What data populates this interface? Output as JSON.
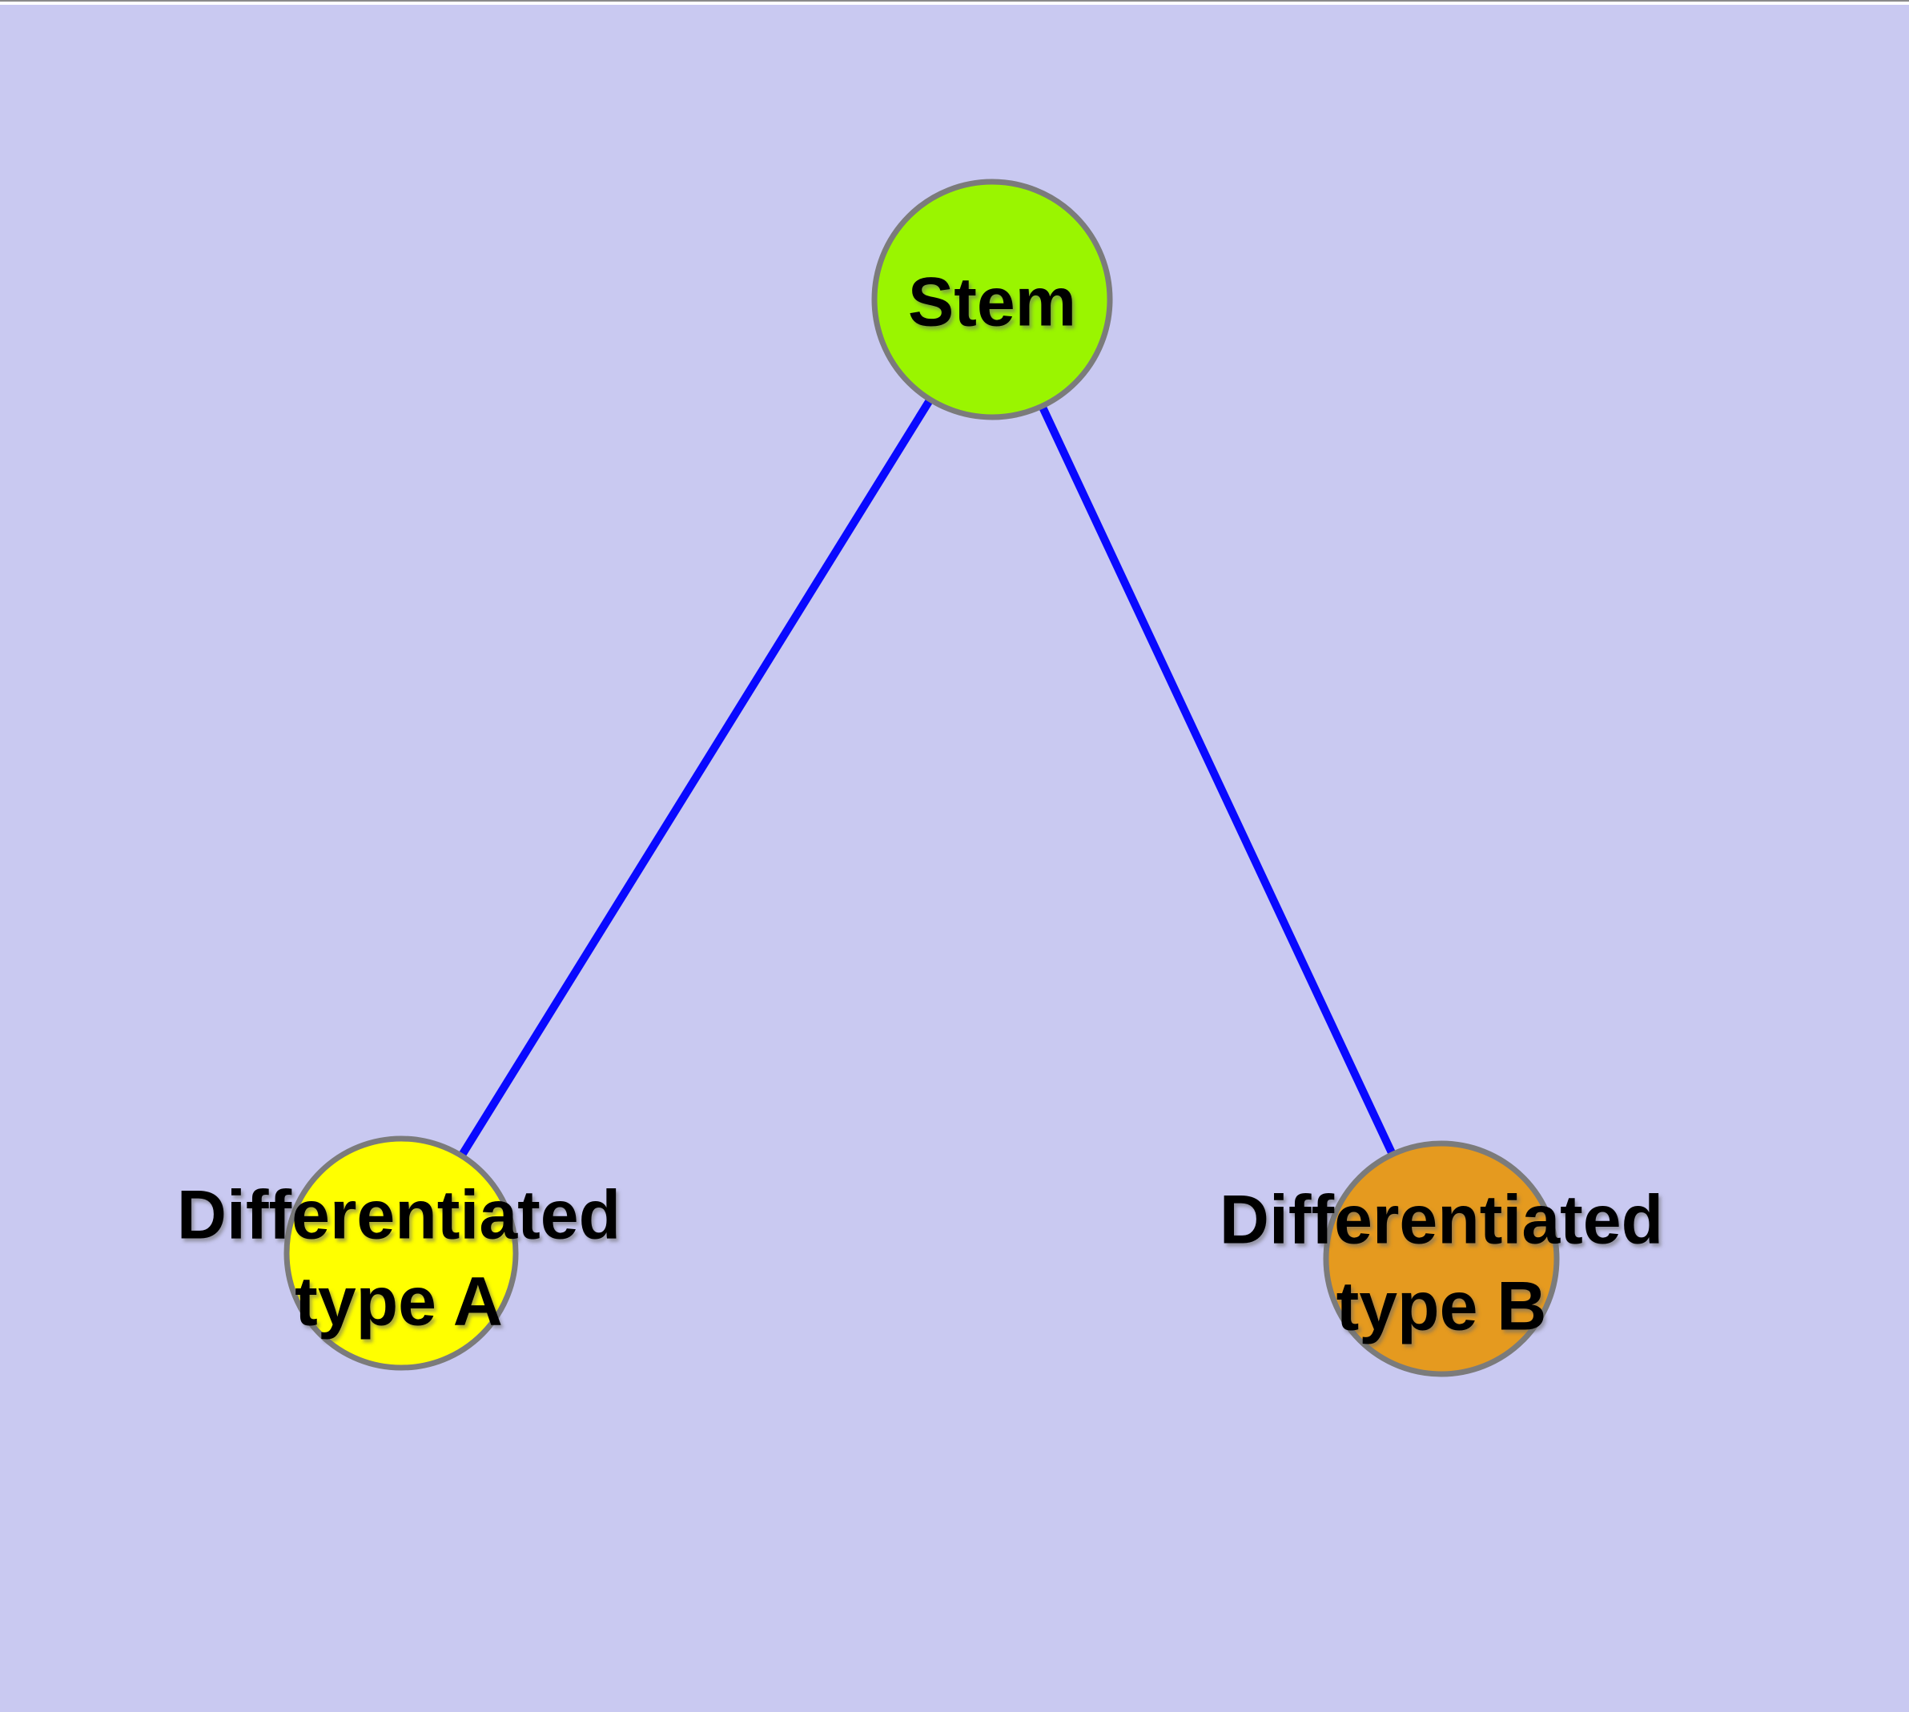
{
  "window": {
    "top_strip_color": "#ffffff",
    "top_edge_color": "#8a8a8a"
  },
  "colors": {
    "background": "#c9c9f1",
    "edge": "#0909ff",
    "node_border": "#7b7b7b",
    "label_text": "#000000"
  },
  "graph": {
    "nodes": [
      {
        "id": "stem",
        "label": "Stem",
        "fill": "#9af500"
      },
      {
        "id": "differentiated-type-a",
        "label": "Differentiated\ntype A",
        "fill": "#ffff00"
      },
      {
        "id": "differentiated-type-b",
        "label": "Differentiated\ntype B",
        "fill": "#e59a1f"
      }
    ],
    "edges": [
      {
        "from": "stem",
        "to": "differentiated-type-a",
        "color": "#0909ff"
      },
      {
        "from": "stem",
        "to": "differentiated-type-b",
        "color": "#0909ff"
      }
    ]
  }
}
